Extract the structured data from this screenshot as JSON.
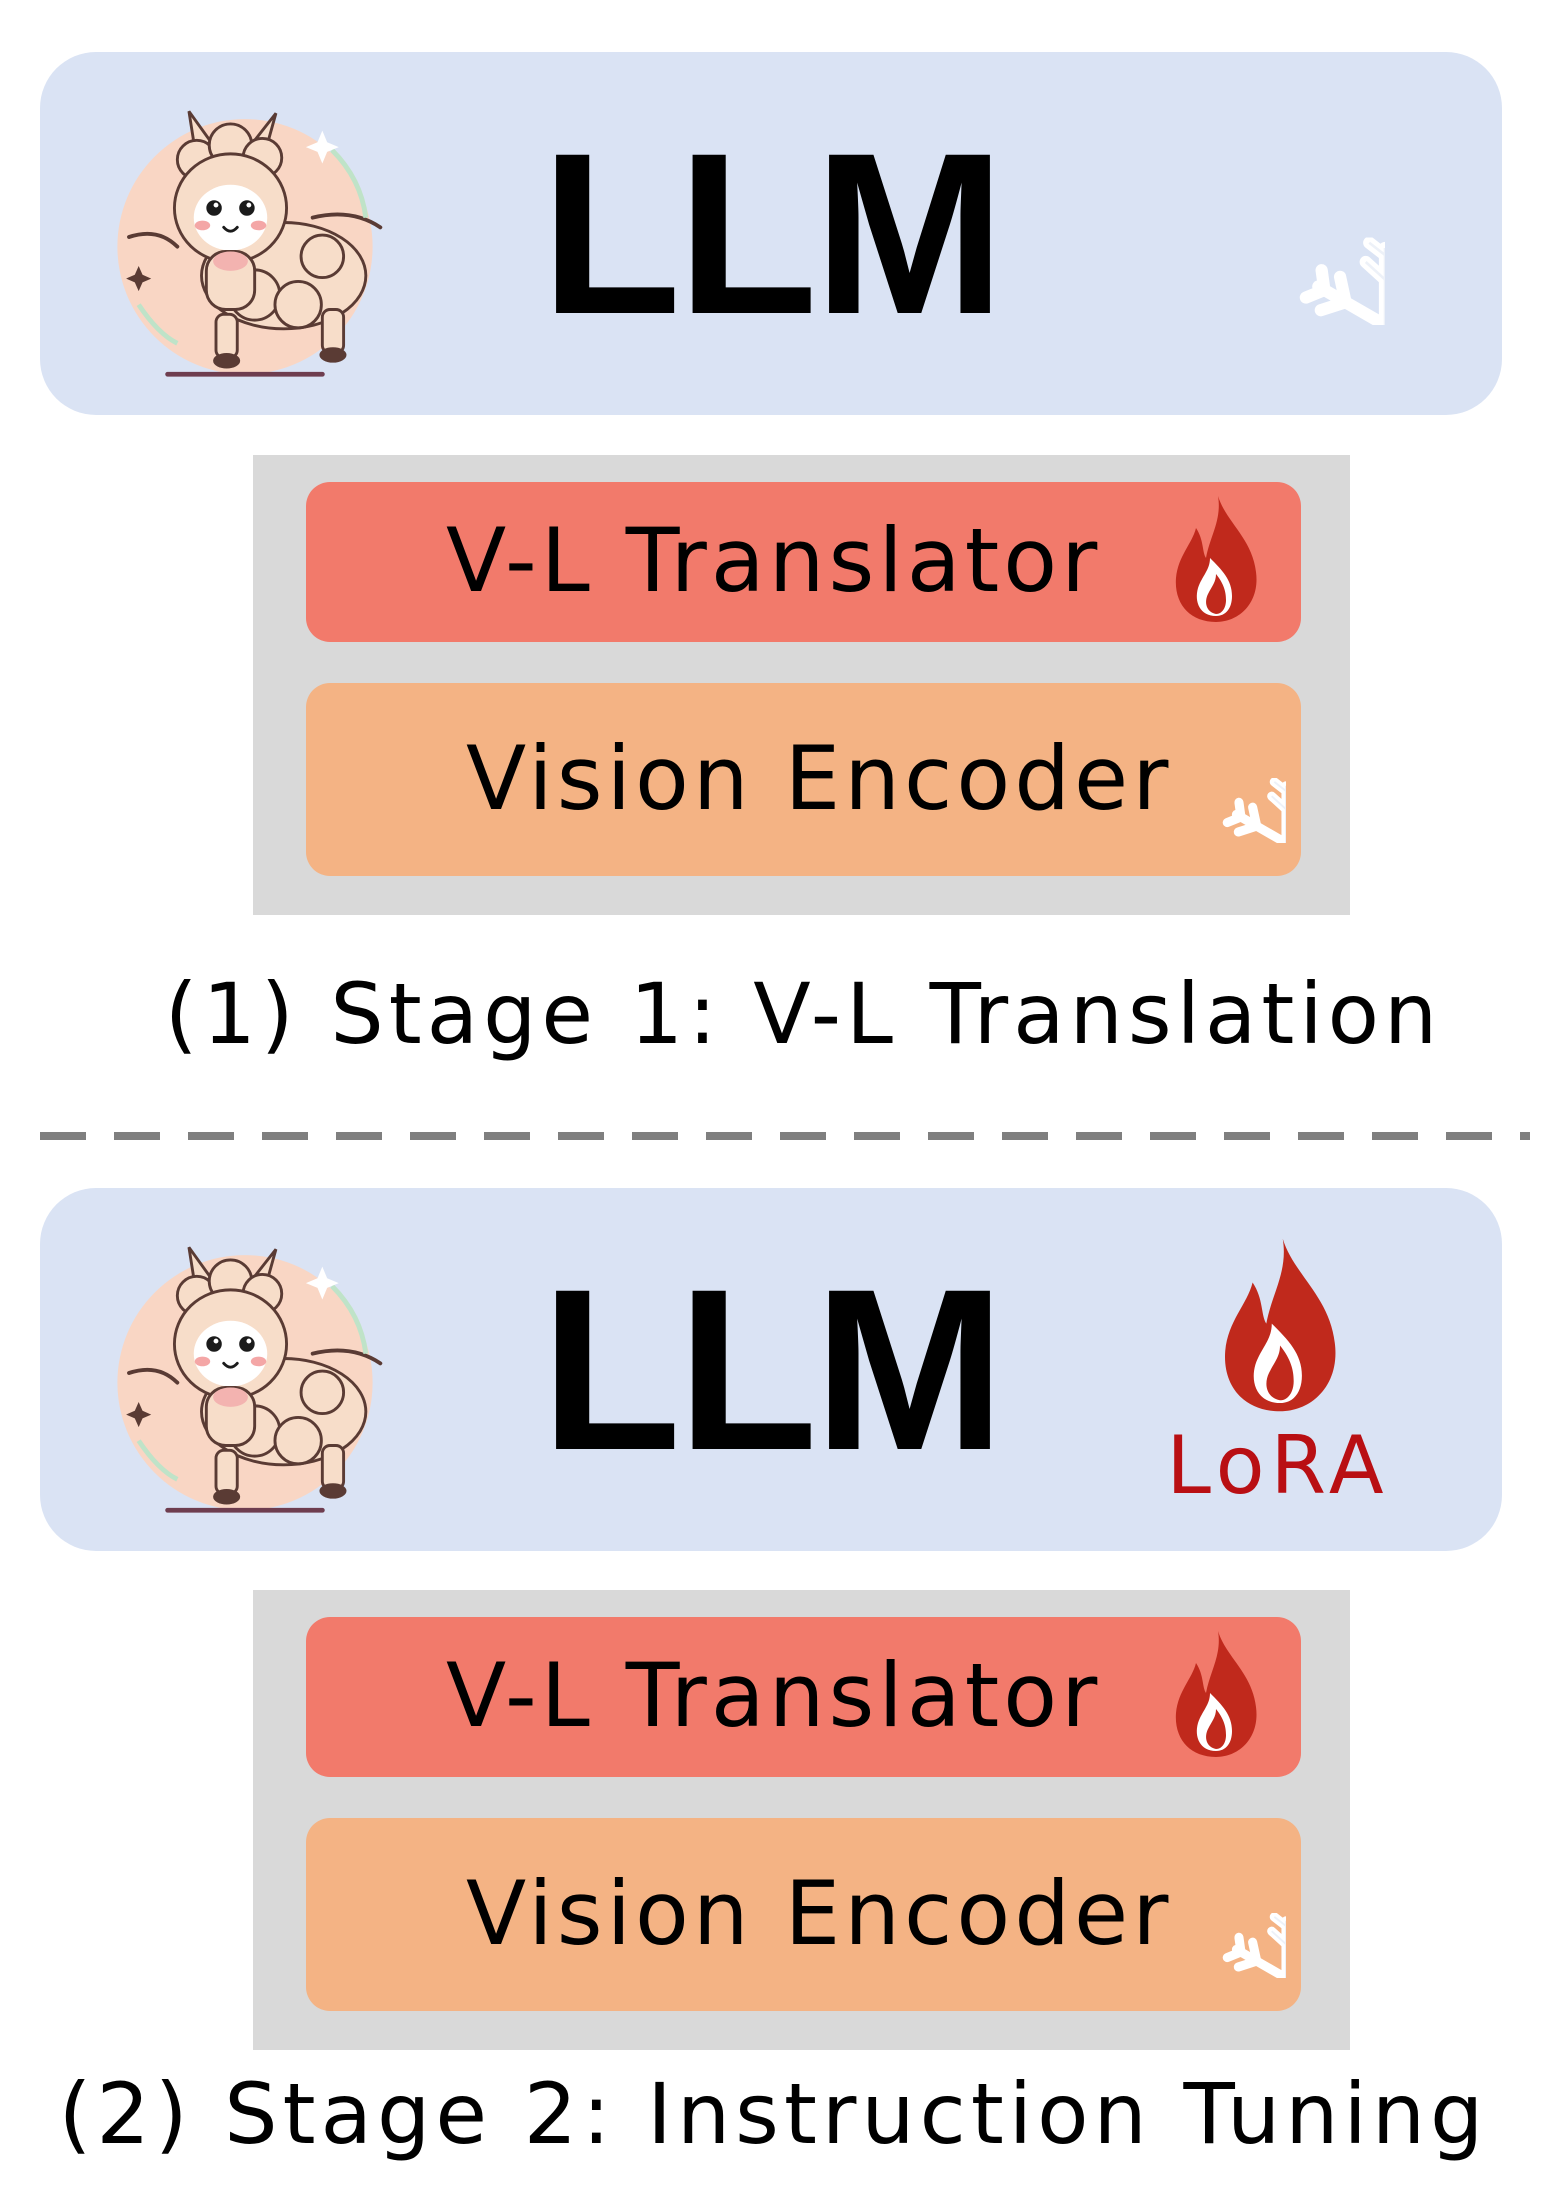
{
  "stage1": {
    "llm_label": "LLM",
    "llm_icons": [
      "alpaca-icon",
      "snowflake-icon"
    ],
    "translator_label": "V-L Translator",
    "translator_icon": "fire-icon",
    "encoder_label": "Vision Encoder",
    "encoder_icon": "snowflake-icon",
    "caption": "(1) Stage 1: V-L Translation"
  },
  "stage2": {
    "llm_label": "LLM",
    "llm_icons": [
      "alpaca-icon",
      "fire-icon"
    ],
    "lora_label": "LoRA",
    "translator_label": "V-L Translator",
    "translator_icon": "fire-icon",
    "encoder_label": "Vision Encoder",
    "encoder_icon": "snowflake-icon",
    "caption": "(2) Stage 2: Instruction Tuning"
  },
  "colors": {
    "llm_box": "#dae3f4",
    "translator": "#f27a6b",
    "encoder": "#f4b384",
    "panel": "#d9d9d9",
    "fire": "#c0291c",
    "lora_text": "#b90f13",
    "divider": "#7f7f7f"
  }
}
